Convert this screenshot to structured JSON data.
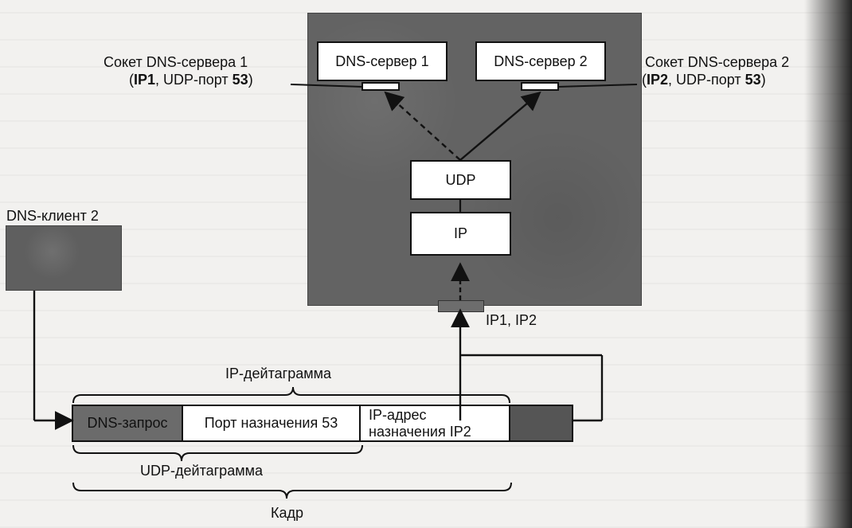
{
  "diagram": {
    "host": {
      "dns_server_1": "DNS-сервер 1",
      "dns_server_2": "DNS-сервер 2",
      "udp": "UDP",
      "ip": "IP"
    },
    "client": {
      "label": "DNS-клиент 2"
    },
    "socket_1": {
      "line1": "Сокет DNS-сервера 1",
      "line2_open": "(",
      "line2_bold_1": "IP1",
      "line2_mid": ", UDP-порт ",
      "line2_bold_2": "53",
      "line2_close": ")"
    },
    "socket_2": {
      "line1": "Сокет DNS-сервера 2",
      "line2_open": "(",
      "line2_bold_1": "IP2",
      "line2_mid": ", UDP-порт ",
      "line2_bold_2": "53",
      "line2_close": ")"
    },
    "ip_list": "IP1, IP2",
    "labels": {
      "ip_datagram": "IP-дейтаграмма",
      "udp_datagram": "UDP-дейтаграмма",
      "frame": "Кадр"
    },
    "frame_cells": {
      "dns_query": "DNS-запрос",
      "dest_port": "Порт назначения 53",
      "dest_ip_line1": "IP-адрес",
      "dest_ip_line2": "назначения IP2"
    },
    "colors": {
      "host_gray": "#636363",
      "client_gray": "#5f5f5f",
      "query_gray": "#6b6b6b"
    }
  }
}
